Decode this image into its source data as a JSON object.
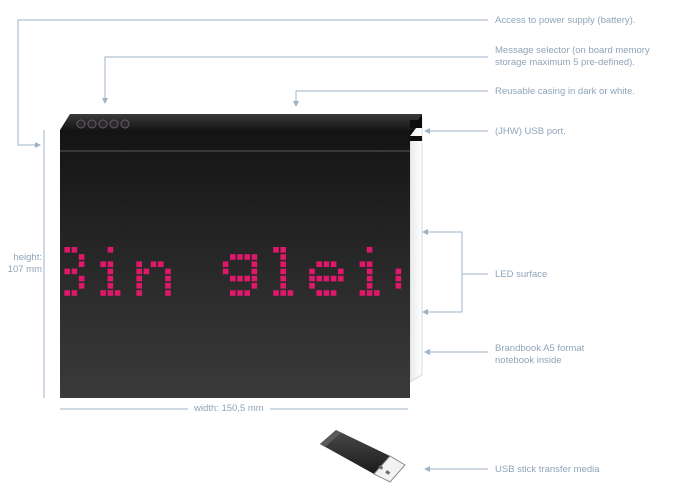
{
  "annotations": {
    "power": "Access to power supply (battery).",
    "selector": "Message selector (on board memory\nstorage maximum 5 pre-defined).",
    "casing": "Reusable casing in dark or white.",
    "usb_port": "(JHW) USB port.",
    "led": "LED surface",
    "notebook": "Brandbook A5 format\nnotebook inside",
    "usb_stick": "USB stick transfer media"
  },
  "dimensions": {
    "height": "height:\n107 mm",
    "width": "width: 150,5 mm"
  },
  "display": {
    "led_text": "Bin gleic",
    "led_color": "#e0186c"
  },
  "colors": {
    "annotation": "#8fa4b8",
    "device_body": "#1c1c1c",
    "led": "#e0186c"
  }
}
